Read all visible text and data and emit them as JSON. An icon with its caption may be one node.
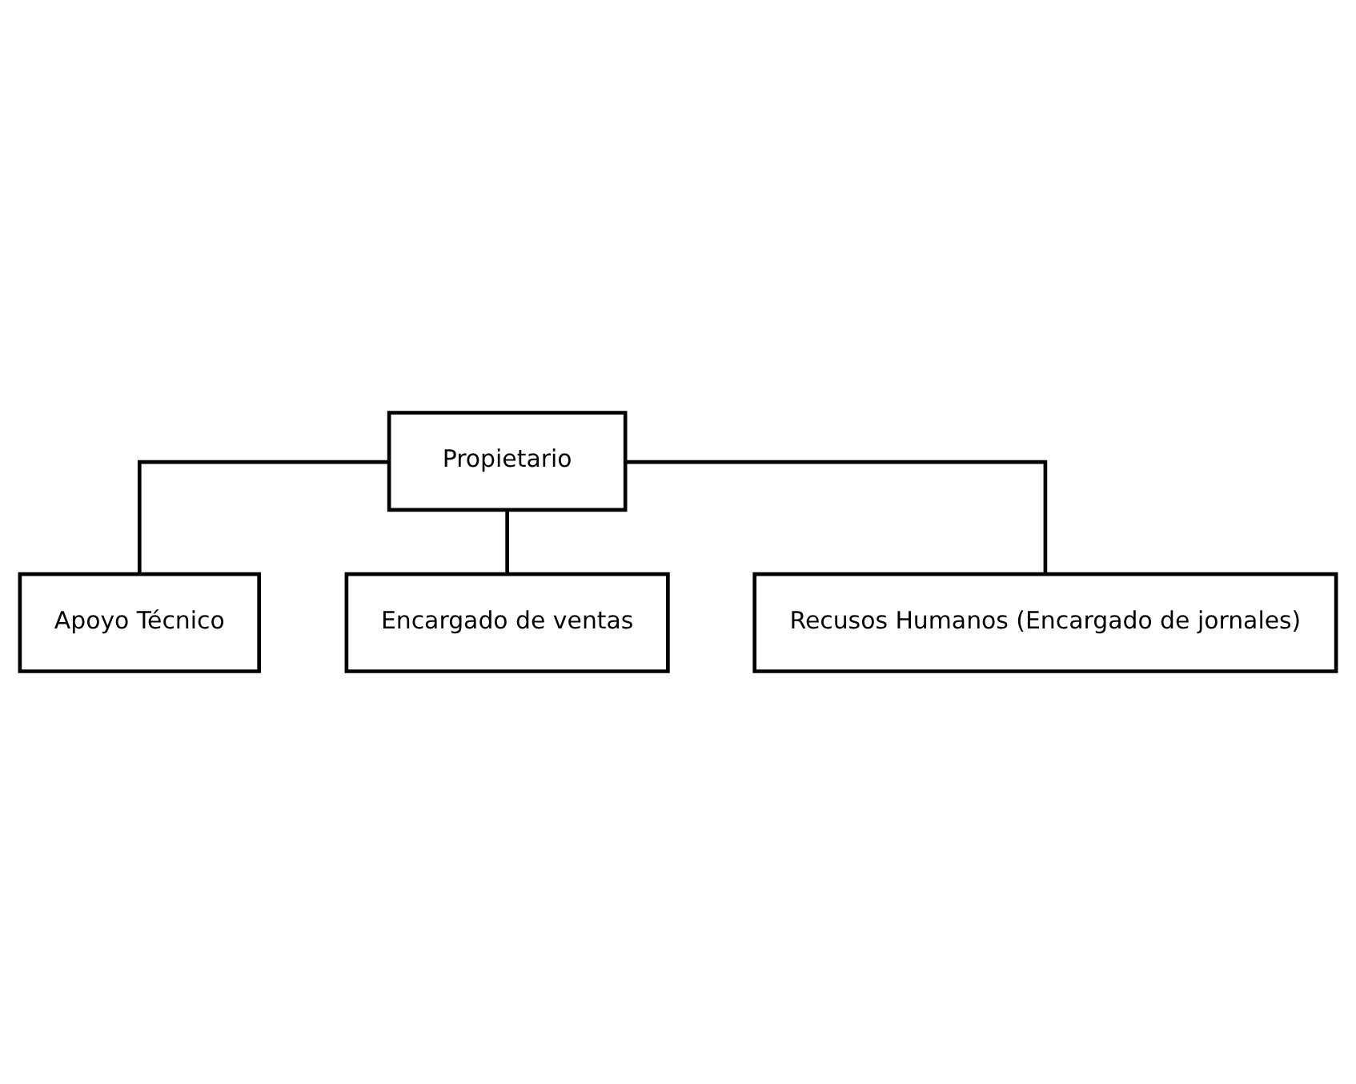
{
  "diagram": {
    "nodes": [
      {
        "text": [
          "Propietario"
        ]
      },
      {
        "text": [
          "Apoyo Técnico"
        ]
      },
      {
        "text": [
          "Encargado de ventas"
        ]
      },
      {
        "text": [
          "Recusos Humanos (Encargado de jornales)"
        ]
      }
    ],
    "edges": [
      {
        "from": 0,
        "to": 1,
        "arrow": "none"
      },
      {
        "from": 0,
        "to": 2,
        "arrow": "none"
      },
      {
        "from": 0,
        "to": 3,
        "arrow": "none"
      }
    ]
  }
}
